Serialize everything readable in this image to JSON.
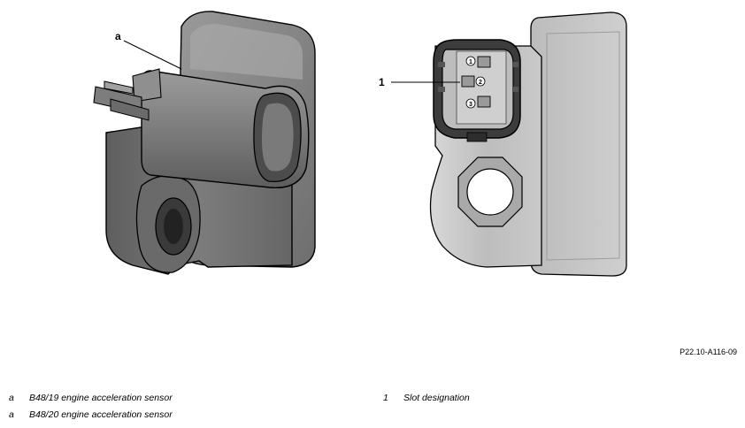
{
  "callouts": {
    "left": "a",
    "right": "1"
  },
  "pins": [
    "1",
    "2",
    "3"
  ],
  "figure_id": "P22.10-A116-09",
  "legend": [
    {
      "key": "a",
      "text": "B48/19 engine acceleration sensor"
    },
    {
      "key": "a",
      "text": "B48/20 engine acceleration sensor"
    },
    {
      "key": "1",
      "text": "Slot designation"
    }
  ],
  "colors": {
    "body_dark": "#6f6f6f",
    "body_mid": "#8c8c8c",
    "body_light": "#b8b8b8",
    "outline": "#000000"
  }
}
